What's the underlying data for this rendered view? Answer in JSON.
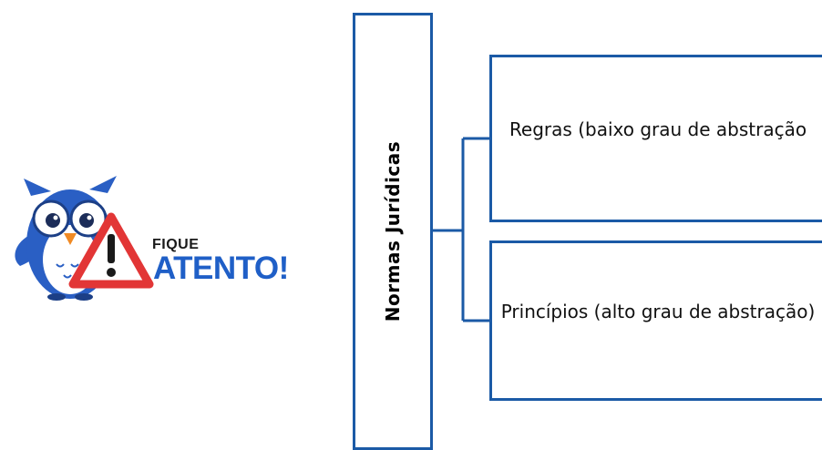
{
  "badge": {
    "line1": "FIQUE",
    "line2": "ATENTO!"
  },
  "diagram": {
    "root": "Normas Jurídicas",
    "children": [
      "Regras (baixo grau de abstração",
      "Princípios (alto grau de abstração)"
    ]
  },
  "colors": {
    "box_border": "#1b5aa6",
    "owl_blue": "#2a5fc4",
    "warning_red": "#e23636",
    "text_blue": "#1f5fc7"
  },
  "icons": [
    "owl-icon",
    "warning-triangle-icon"
  ]
}
